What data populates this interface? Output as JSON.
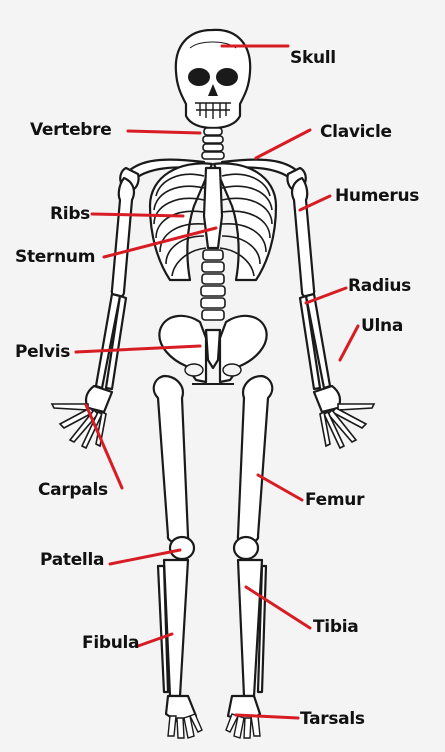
{
  "colors": {
    "pointer": "#d81c24",
    "outline": "#1a1a1a",
    "bone": "#ffffff",
    "background": "#f4f4f4"
  },
  "labels": {
    "skull": "Skull",
    "vertebre": "Vertebre",
    "clavicle": "Clavicle",
    "humerus": "Humerus",
    "ribs": "Ribs",
    "sternum": "Sternum",
    "radius": "Radius",
    "ulna": "Ulna",
    "pelvis": "Pelvis",
    "carpals": "Carpals",
    "femur": "Femur",
    "patella": "Patella",
    "tibia": "Tibia",
    "fibula": "Fibula",
    "tarsals": "Tarsals"
  }
}
